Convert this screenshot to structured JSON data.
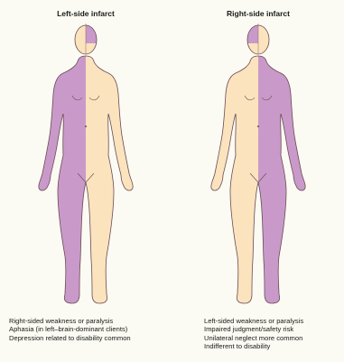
{
  "colors": {
    "affected": "#c99ac9",
    "unaffected": "#fbe3bd",
    "outline": "#6a4a55",
    "background": "#fbfbf3"
  },
  "panels": [
    {
      "title": "Left-side infarct",
      "affected_body_side": "viewer-left",
      "affected_brain_side": "viewer-right",
      "effects": [
        "Right-sided weakness or paralysis",
        "Aphasia (in left–brain-dominant clients)",
        "Depression related to disability common"
      ]
    },
    {
      "title": "Right-side infarct",
      "affected_body_side": "viewer-right",
      "affected_brain_side": "viewer-left",
      "effects": [
        "Left-sided weakness or paralysis",
        "Impaired judgment/safety risk",
        "Unilateral neglect more common",
        "Indifferent to disability"
      ]
    }
  ]
}
